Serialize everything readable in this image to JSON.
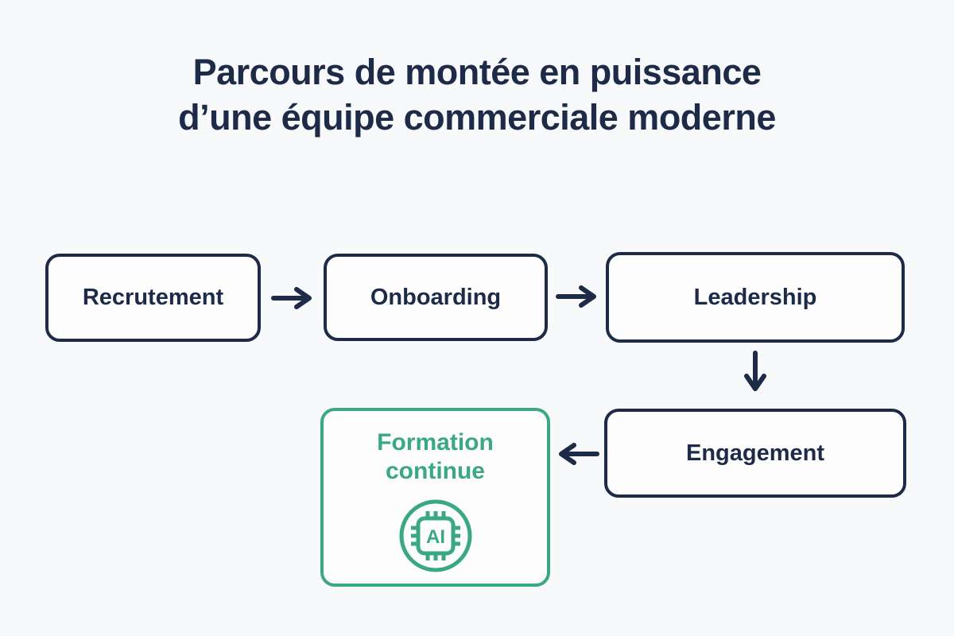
{
  "title": {
    "line1": "Parcours de montée en puissance",
    "line2": "d’une équipe commerciale moderne"
  },
  "nodes": {
    "recrutement": {
      "label": "Recrutement"
    },
    "onboarding": {
      "label": "Onboarding"
    },
    "leadership": {
      "label": "Leadership"
    },
    "engagement": {
      "label": "Engagement"
    },
    "formation_continue": {
      "label": "Formation continue",
      "icon": "ai-chip-icon",
      "icon_text": "AI"
    }
  },
  "arrows": [
    {
      "from": "Recrutement",
      "to": "Onboarding",
      "direction": "right"
    },
    {
      "from": "Onboarding",
      "to": "Leadership",
      "direction": "right"
    },
    {
      "from": "Leadership",
      "to": "Engagement",
      "direction": "down"
    },
    {
      "from": "Engagement",
      "to": "Formation continue",
      "direction": "left"
    }
  ],
  "colors": {
    "navy": "#1d2b49",
    "green": "#3aa981",
    "background": "#f8f9fa",
    "node_fill": "#fdfdfe"
  }
}
